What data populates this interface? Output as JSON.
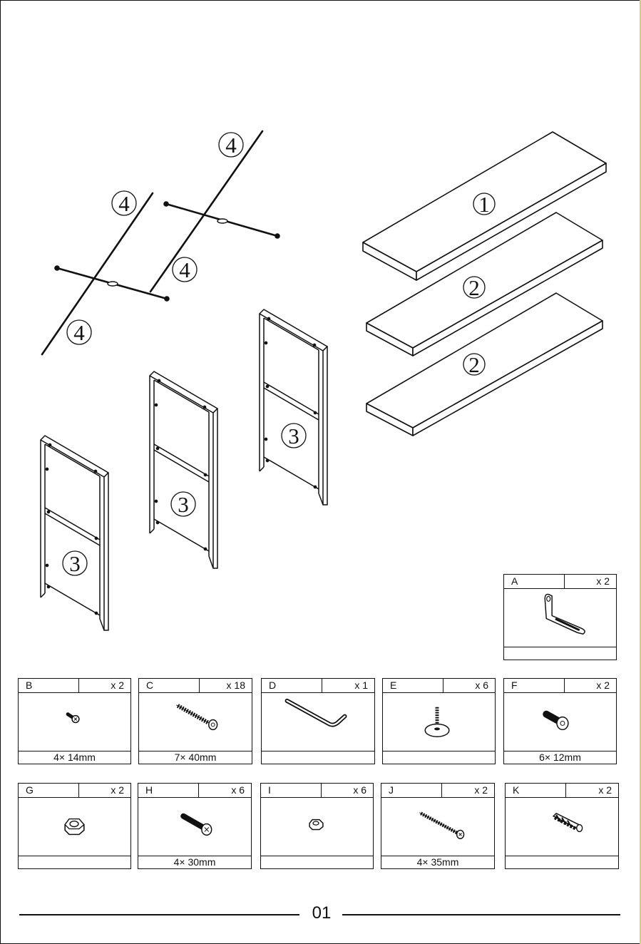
{
  "parts": {
    "shelf_top": "1",
    "shelf_middle": "2",
    "shelf_bottom": "2",
    "frame_left": "3",
    "frame_middle": "3",
    "frame_right": "3",
    "rod_a": "4",
    "rod_b": "4",
    "rod_c": "4",
    "rod_d": "4"
  },
  "hardware": [
    {
      "letter": "A",
      "qty": "x 2",
      "size": "",
      "icon": "l-bracket-icon"
    },
    {
      "letter": "B",
      "qty": "x 2",
      "size": "4× 14mm",
      "icon": "small-screw-icon"
    },
    {
      "letter": "C",
      "qty": "x 18",
      "size": "7× 40mm",
      "icon": "cam-bolt-icon"
    },
    {
      "letter": "D",
      "qty": "x 1",
      "size": "",
      "icon": "allen-key-icon"
    },
    {
      "letter": "E",
      "qty": "x 6",
      "size": "",
      "icon": "leveling-foot-icon"
    },
    {
      "letter": "F",
      "qty": "x 2",
      "size": "6× 12mm",
      "icon": "short-bolt-icon"
    },
    {
      "letter": "G",
      "qty": "x 2",
      "size": "",
      "icon": "hex-nut-icon"
    },
    {
      "letter": "H",
      "qty": "x 6",
      "size": "4× 30mm",
      "icon": "bolt-icon"
    },
    {
      "letter": "I",
      "qty": "x 6",
      "size": "",
      "icon": "small-nut-icon"
    },
    {
      "letter": "J",
      "qty": "x 2",
      "size": "4× 35mm",
      "icon": "wood-screw-icon"
    },
    {
      "letter": "K",
      "qty": "x 2",
      "size": "",
      "icon": "wall-anchor-icon"
    }
  ],
  "page_number": "01"
}
